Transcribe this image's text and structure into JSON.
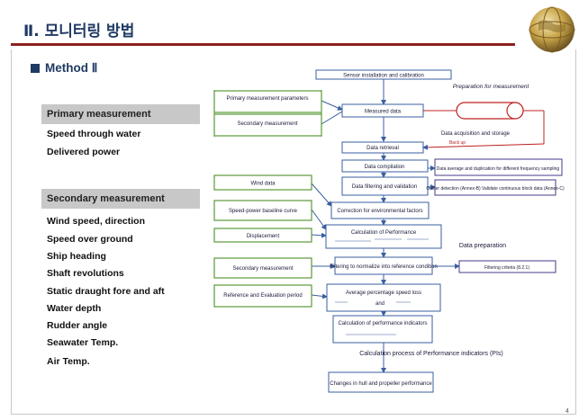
{
  "header": {
    "title": "Ⅱ. 모니터링 방법"
  },
  "method": {
    "label": "Method Ⅱ"
  },
  "primary": {
    "heading": "Primary measurement",
    "items": [
      "Speed through water",
      "Delivered power"
    ]
  },
  "secondary": {
    "heading": "Secondary measurement",
    "items": [
      "Wind speed, direction",
      "Speed over ground",
      "Ship heading",
      "Shaft revolutions",
      "Static draught fore and aft",
      "Water depth",
      "Rudder angle",
      "Seawater Temp.",
      "Air Temp."
    ]
  },
  "flow": {
    "sensor": "Sensor installation and calibration",
    "prep": "Preparation for measurement",
    "primary_params": "Primary measurement parameters",
    "secondary_meas": "Secondary measurement",
    "measured_data": "Measured data",
    "acq_storage": "Data acquisition and storage",
    "back_up": "Back up",
    "retrieval": "Data retrieval",
    "compilation": "Data compilation",
    "avg_dup": "Data average and duplication for different frequency sampling",
    "wind_data": "Wind data",
    "filtering": "Data filtering and validation",
    "outlier": "Outlier detection (Annex-B) Validate continuous block data (Annex-C)",
    "speed_power": "Speed-power baseline curve",
    "correction": "Correction for environmental factors",
    "displacement": "Displacement",
    "calc_perf": "Calculation of Performance",
    "data_prep": "Data preparation",
    "secondary_data": "Secondary measurement",
    "normalize": "Filtering to normalize into reference condition",
    "criteria": "Filtering criteria (8.2.1)",
    "ref_eval": "Reference and Evaluation period",
    "avg_loss": "Average percentage speed loss",
    "and": "and",
    "calc_indicators": "Calculation of performance indicators",
    "caption": "Calculation process of Performance indicators (PIs)",
    "changes": "Changes in hull and propeller performance"
  },
  "page": {
    "number": "4"
  }
}
